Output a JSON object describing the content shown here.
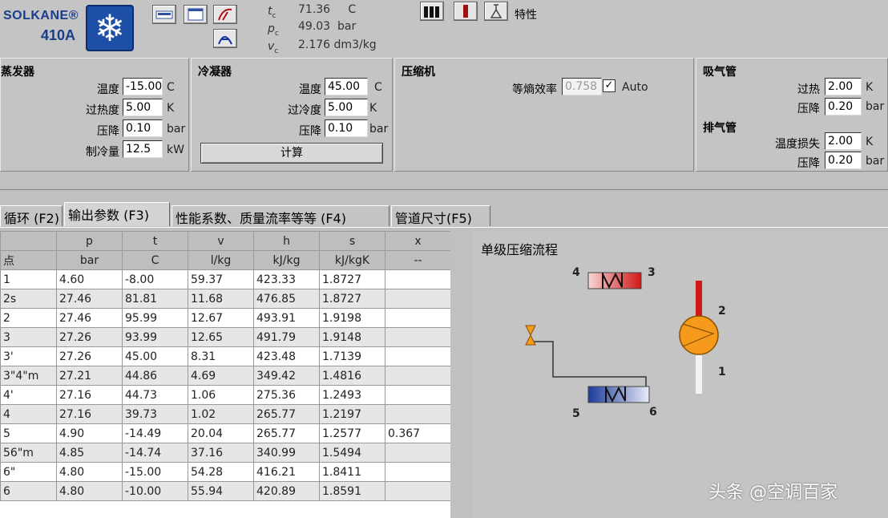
{
  "brand": {
    "name": "SOLKANE®",
    "model": "410A"
  },
  "toolbar": {
    "state": [
      {
        "symbol": "t",
        "sub": "c",
        "value": "71.36",
        "unit": "C"
      },
      {
        "symbol": "p",
        "sub": "c",
        "value": "49.03",
        "unit": "bar"
      },
      {
        "symbol": "v",
        "sub": "c",
        "value": "2.176",
        "unit": "dm3/kg"
      }
    ],
    "properties_label": "特性"
  },
  "evaporator": {
    "title": "蒸发器",
    "rows": [
      {
        "label": "温度",
        "value": "-15.00",
        "unit": "C"
      },
      {
        "label": "过热度",
        "value": "5.00",
        "unit": "K"
      },
      {
        "label": "压降",
        "value": "0.10",
        "unit": "bar"
      },
      {
        "label": "制冷量",
        "value": "12.5",
        "unit": "kW"
      }
    ]
  },
  "condenser": {
    "title": "冷凝器",
    "rows": [
      {
        "label": "温度",
        "value": "45.00",
        "unit": "C"
      },
      {
        "label": "过冷度",
        "value": "5.00",
        "unit": "K"
      },
      {
        "label": "压降",
        "value": "0.10",
        "unit": "bar"
      }
    ],
    "calc_button": "计算"
  },
  "compressor": {
    "title": "压缩机",
    "label": "等熵效率",
    "value": "0.758",
    "auto_label": "Auto",
    "auto_checked": "✓"
  },
  "suction": {
    "title": "吸气管",
    "rows": [
      {
        "label": "过热",
        "value": "2.00",
        "unit": "K"
      },
      {
        "label": "压降",
        "value": "0.20",
        "unit": "bar"
      }
    ]
  },
  "discharge": {
    "title": "排气管",
    "rows": [
      {
        "label": "温度损失",
        "value": "2.00",
        "unit": "K"
      },
      {
        "label": "压降",
        "value": "0.20",
        "unit": "bar"
      }
    ]
  },
  "tabs": [
    "循环 (F2)",
    "输出参数 (F3)",
    "性能系数、质量流率等等 (F4)",
    "管道尺寸(F5)"
  ],
  "table": {
    "headers": [
      "",
      "p",
      "t",
      "v",
      "h",
      "s",
      "x"
    ],
    "units": [
      "点",
      "bar",
      "C",
      "l/kg",
      "kJ/kg",
      "kJ/kgK",
      "--"
    ],
    "rows": [
      [
        "1",
        "4.60",
        "-8.00",
        "59.37",
        "423.33",
        "1.8727",
        ""
      ],
      [
        "2s",
        "27.46",
        "81.81",
        "11.68",
        "476.85",
        "1.8727",
        ""
      ],
      [
        "2",
        "27.46",
        "95.99",
        "12.67",
        "493.91",
        "1.9198",
        ""
      ],
      [
        "3",
        "27.26",
        "93.99",
        "12.65",
        "491.79",
        "1.9148",
        ""
      ],
      [
        "3'",
        "27.26",
        "45.00",
        "8.31",
        "423.48",
        "1.7139",
        ""
      ],
      [
        "3\"4\"m",
        "27.21",
        "44.86",
        "4.69",
        "349.42",
        "1.4816",
        ""
      ],
      [
        "4'",
        "27.16",
        "44.73",
        "1.06",
        "275.36",
        "1.2493",
        ""
      ],
      [
        "4",
        "27.16",
        "39.73",
        "1.02",
        "265.77",
        "1.2197",
        ""
      ],
      [
        "5",
        "4.90",
        "-14.49",
        "20.04",
        "265.77",
        "1.2577",
        "0.367"
      ],
      [
        "56\"m",
        "4.85",
        "-14.74",
        "37.16",
        "340.99",
        "1.5494",
        ""
      ],
      [
        "6\"",
        "4.80",
        "-15.00",
        "54.28",
        "416.21",
        "1.8411",
        ""
      ],
      [
        "6",
        "4.80",
        "-10.00",
        "55.94",
        "420.89",
        "1.8591",
        ""
      ]
    ]
  },
  "diagram": {
    "title": "单级压缩流程",
    "point_labels": [
      "4",
      "3",
      "2",
      "1",
      "5",
      "6"
    ]
  },
  "watermark": "头条 @空调百家"
}
